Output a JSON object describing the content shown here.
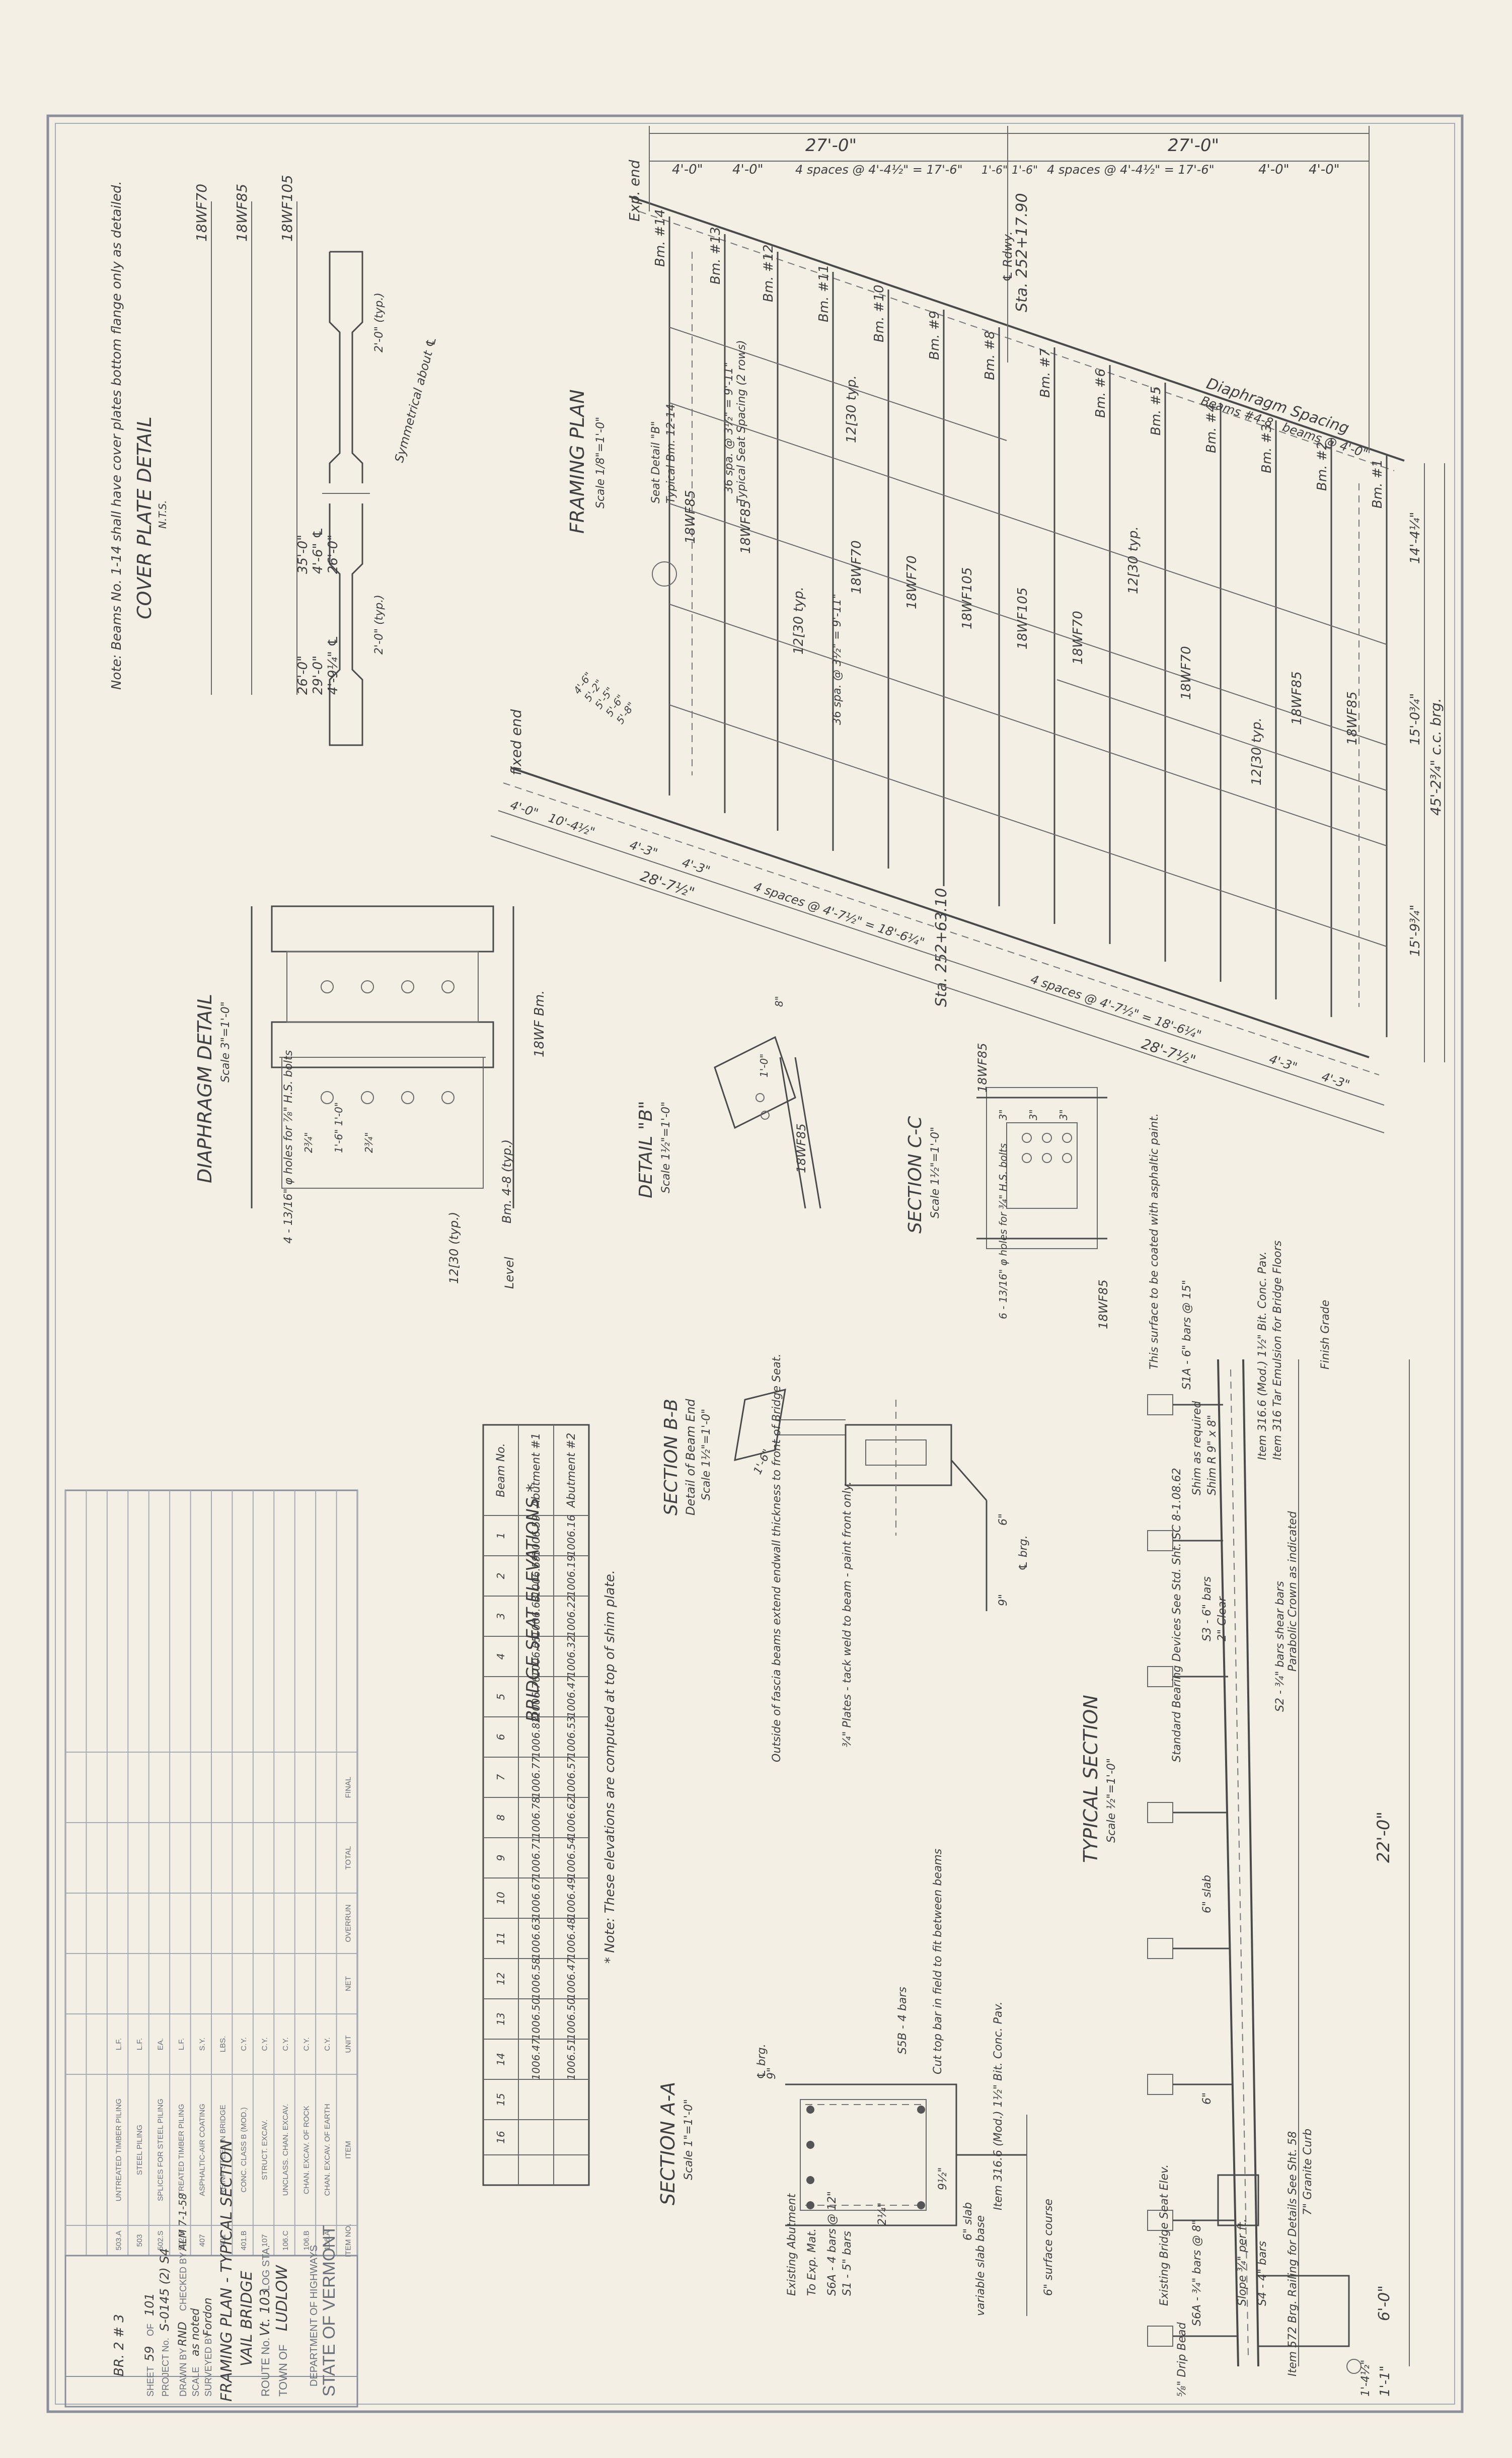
{
  "framing_plan": {
    "title": "FRAMING PLAN",
    "scale": "Scale 1/8\"=1'-0\"",
    "top_dims": {
      "overall_left": "27'-0\"",
      "overall_right": "27'-0\"",
      "segments": [
        "4'-0\"",
        "4'-0\"",
        "4 spaces @ 4'-4½\" = 17'-6\"",
        "1'-6\"",
        "1'-6\"",
        "4 spaces @ 4'-4½\" = 17'-6\"",
        "4'-0\"",
        "4'-0\""
      ]
    },
    "exp_end": "Exp. end",
    "fixed_end": "fixed end",
    "bearing_top": "Sta. 252+17.90",
    "bearing_bottom": "Sta. 252+63.10",
    "roadway_cl": "℄ Rdwy.",
    "beams": [
      "Bm. #1",
      "Bm. #2",
      "Bm. #3",
      "Bm. #4",
      "Bm. #5",
      "Bm. #6",
      "Bm. #7",
      "Bm. #8",
      "Bm. #9",
      "Bm. #10",
      "Bm. #11",
      "Bm. #12",
      "Bm. #13",
      "Bm. #14"
    ],
    "diaphragm_spacing": {
      "title": "Diaphragm Spacing",
      "line1": "Beams #4-8",
      "line2": "beams @ 4'-0\""
    },
    "member_labels": [
      "18WF85",
      "18WF85",
      "18WF70",
      "18WF70",
      "18WF105",
      "18WF105",
      "18WF70",
      "18WF70",
      "18WF85",
      "18WF85",
      "12[30 typ.",
      "12[30 typ.",
      "12[30 typ.",
      "12[30 typ."
    ],
    "right_dims": [
      "14'-4¼\"",
      "15'-0¾\"",
      "15'-9¾\"",
      "45'-2¾\" c.c. brg."
    ],
    "bottom_dims": {
      "segments": [
        "4'-0\"",
        "10'-4½\"",
        "4'-3\"",
        "4'-3\"",
        "4 spaces @ 4'-7½\" = 18'-6¼\""
      ],
      "overall_left": "28'-7½\"",
      "overall_right": "28'-7½\"",
      "right_segments": [
        "4 spaces @ 4'-7½\" = 18'-6¼\"",
        "4'-3\"",
        "4'-3\""
      ]
    },
    "notes": [
      "Seat Detail \"B\"",
      "Typical Bm. 12-14",
      "Typical Seat Spacing (2 rows)",
      "36 spa. @ 3½\" = 9'-11\"",
      "36 spa. @ 3½\" = 9'-11\""
    ],
    "stud_labels": [
      "4'-6\"",
      "5'-2\"",
      "5'-5\"",
      "5'-6\"",
      "5'-8\""
    ]
  },
  "cover_plate": {
    "title": "COVER PLATE DETAIL",
    "scale": "N.T.S.",
    "rows": [
      {
        "member": "18WF70",
        "a": "35'-0\"",
        "b": "26'-0\""
      },
      {
        "member": "18WF85",
        "a": "4'-6\" ℄",
        "b": "29'-0\""
      },
      {
        "member": "18WF105",
        "a": "26'-0\"",
        "b": "4'-9¼\" ℄"
      }
    ],
    "symmetrical": "Symmetrical about ℄",
    "plate_dims": [
      "2'-0\" (typ.)",
      "2'-0\" (typ.)"
    ],
    "note": "Note: Beams No. 1-14 shall have cover plates bottom flange only as detailed."
  },
  "diaphragm": {
    "title": "DIAPHRAGM DETAIL",
    "scale": "Scale 3\"=1'-0\"",
    "labels": [
      "18WF Bm.",
      "Bm. 4-8 (typ.)",
      "Level",
      "12[30 (typ.)",
      "4 - 13/16\" φ holes for ⅞\" H.S. bolts",
      "2¾\"",
      "1'-6\" 1'-0\"",
      "2¾\""
    ]
  },
  "detail_b": {
    "title": "DETAIL \"B\"",
    "scale": "Scale 1½\"=1'-0\"",
    "labels": [
      "18WF85",
      "1'-0\"",
      "8\""
    ]
  },
  "section_cc": {
    "title": "SECTION C-C",
    "scale": "Scale 1½\"=1'-0\"",
    "labels": [
      "18WF85",
      "18WF85",
      "6 - 13/16\" φ holes for ¾\" H.S. bolts",
      "3\"",
      "3\"",
      "3\""
    ]
  },
  "section_bb": {
    "title": "SECTION B-B",
    "subtitle": "Detail of Beam End",
    "scale": "Scale 1½\"=1'-0\"",
    "labels": [
      "1'-6\"",
      "9\"",
      "6\"",
      "℄ brg.",
      "¾\" Plates - tack weld to beam - paint front only.",
      "Outside of fascia beams extend endwall thickness to front of Bridge Seat."
    ]
  },
  "bridge_seat": {
    "title": "BRIDGE SEAT ELEVATIONS *",
    "header": [
      "Beam No.",
      "1",
      "2",
      "3",
      "4",
      "5",
      "6",
      "7",
      "8",
      "9",
      "10",
      "11",
      "12",
      "13",
      "14",
      "15",
      "16"
    ],
    "rows": [
      [
        "Abutment #1",
        "1006.59",
        "1006.59",
        "1006.63",
        "1006.65",
        "1006.76",
        "1006.82",
        "1006.77",
        "1006.78",
        "1006.71",
        "1006.67",
        "1006.63",
        "1006.58",
        "1006.50",
        "1006.47",
        "",
        ""
      ],
      [
        "Abutment #2",
        "1006.16",
        "1006.19",
        "1006.22",
        "1006.32",
        "1006.47",
        "1006.53",
        "1006.57",
        "1006.62",
        "1006.54",
        "1006.49",
        "1006.48",
        "1006.47",
        "1006.50",
        "1006.51",
        "",
        ""
      ]
    ],
    "note": "* Note: These elevations are computed at top of shim plate."
  },
  "typical_section": {
    "title": "TYPICAL SECTION",
    "scale": "Scale ½\"=1'-0\"",
    "dims": [
      "22'-0\"",
      "6'-0\"",
      "1'-1\""
    ],
    "labels": [
      "Finish Grade",
      "S1A - 6\" bars @ 15\"",
      "This surface to be coated with asphaltic paint.",
      "Item 316 Tar Emulsion for Bridge Floors",
      "Item 316.6 (Mod.) 1½\" Bit. Conc. Pav.",
      "Shim as required",
      "Shim R 9\" x 8\"",
      "S3 - 6\" bars",
      "2\" Clear",
      "Parabolic Crown as indicated",
      "S2 - ¾\" bars shear bars",
      "Standard Bearing Devices See Std. Sht. SC 8-1.08.62",
      "Existing Bridge Seat Elev.",
      "7\" Granite Curb",
      "Item 572 Brg. Railing for Details See Sht. 58",
      "S4 - 4\" bars",
      "Slope ¾\" per ft.",
      "S6A - ¾\" bars @ 8\"",
      "⅝\" Drip Bead",
      "6\" slab",
      "6\"",
      "1'-4½\""
    ]
  },
  "section_aa": {
    "title": "SECTION A-A",
    "scale": "Scale 1\"=1'-0\"",
    "labels": [
      "Item 316.6 (Mod.) 1½\" Bit. Conc. Pav.",
      "6\" slab",
      "9½\"",
      "Cut top bar in field to fit between beams",
      "S5B - 4 bars",
      "2¼\"",
      "S1 - 5\" bars",
      "S6A - 4 bars @ 12\"",
      "To Exp. Mat.",
      "Existing Abutment",
      "9\"",
      "℄ brg.",
      "6\" surface course",
      "variable slab base"
    ]
  },
  "quantities": {
    "header": [
      "ITEM NO.",
      "ITEM",
      "UNIT",
      "NET",
      "OVERRUN",
      "TOTAL",
      "FINAL"
    ],
    "rows": [
      [
        "106.A",
        "CHAN. EXCAV. OF EARTH",
        "C.Y."
      ],
      [
        "106.B",
        "CHAN. EXCAV. OF ROCK",
        "C.Y."
      ],
      [
        "106.C",
        "UNCLASS. CHAN. EXCAV.",
        "C.Y."
      ],
      [
        "107",
        "STRUCT. EXCAV.",
        "C.Y."
      ],
      [
        "401.B",
        "CONC. CLASS B (MOD.)",
        "C.Y."
      ],
      [
        "401",
        "REINF. STEEL IN BRIDGE",
        "LBS."
      ],
      [
        "407",
        "ASPHALTIC-AIR COATING",
        "S.Y."
      ],
      [
        "502.B",
        "TREATED TIMBER PILING",
        "L.F."
      ],
      [
        "502.S",
        "SPLICES FOR STEEL PILING",
        "EA."
      ],
      [
        "503",
        "STEEL PILING",
        "L.F."
      ],
      [
        "503.A",
        "UNTREATED TIMBER PILING",
        "L.F."
      ]
    ]
  },
  "title_block": {
    "state": "STATE OF VERMONT",
    "department": "DEPARTMENT OF HIGHWAYS",
    "town_label": "TOWN OF",
    "town": "LUDLOW",
    "route_label": "ROUTE No.",
    "route": "Vt. 103",
    "log_label": "LOG STA.",
    "bridge": "VAIL BRIDGE",
    "sheet_title": "FRAMING PLAN - TYPICAL SECTION",
    "surveyed_label": "SURVEYED BY",
    "surveyed": "Fordon",
    "scale_label": "SCALE",
    "scale": "as noted",
    "drawn_label": "DRAWN BY",
    "drawn": "RND",
    "checked_label": "CHECKED BY",
    "checked": "ALM 7-1-58",
    "project_label": "PROJECT No.",
    "project": "S-0145 (2) S4",
    "sheet_label": "SHEET",
    "sheet": "59",
    "of_label": "OF",
    "of": "101",
    "bridge_no": "BR. 2 # 3"
  }
}
